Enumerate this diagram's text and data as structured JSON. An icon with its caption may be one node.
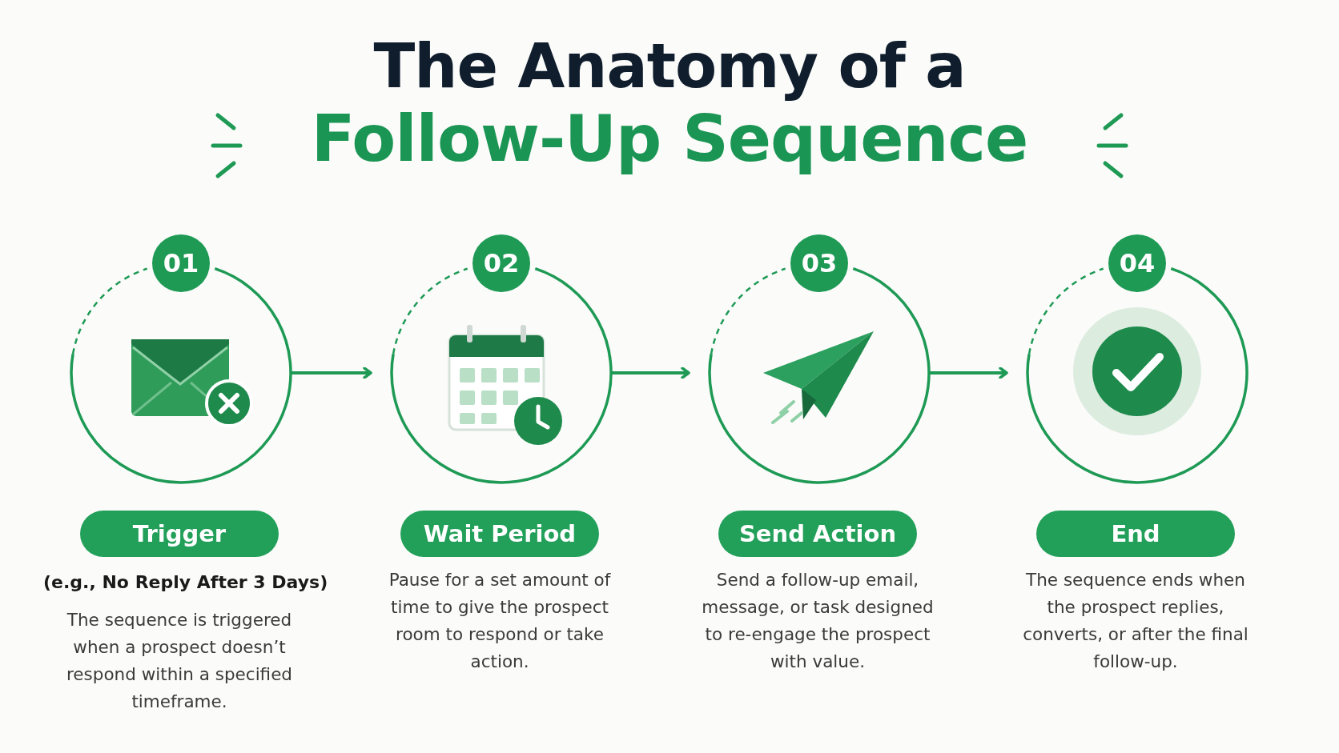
{
  "diagram": {
    "title": "The Anatomy of a Follow-Up Sequence",
    "nodes": [
      {
        "text": [
          "01"
        ]
      },
      {
        "text": [
          "02"
        ]
      },
      {
        "text": [
          "03"
        ]
      },
      {
        "text": [
          "04"
        ]
      },
      {
        "text": [
          "Trigger"
        ],
        "beside": [
          "(e.g., No Reply After 3 Days)",
          "The sequence is triggered when a prospect doesn’t respond within a specified timeframe."
        ]
      },
      {
        "text": [
          "Wait Period"
        ],
        "beside": [
          "Pause for a set amount of time to give the prospect room to respond or take action."
        ]
      },
      {
        "text": [
          "Send Action"
        ],
        "beside": [
          "Send a follow-up email, message, or task designed to re-engage the prospect with value."
        ]
      },
      {
        "text": [
          "End"
        ],
        "beside": [
          "The sequence ends when the prospect replies, converts, or after the final follow-up."
        ]
      }
    ],
    "edges": [
      {
        "from": 0,
        "to": 1,
        "arrow": "to"
      },
      {
        "from": 1,
        "to": 2,
        "arrow": "to"
      },
      {
        "from": 2,
        "to": 3,
        "arrow": "to"
      }
    ]
  }
}
